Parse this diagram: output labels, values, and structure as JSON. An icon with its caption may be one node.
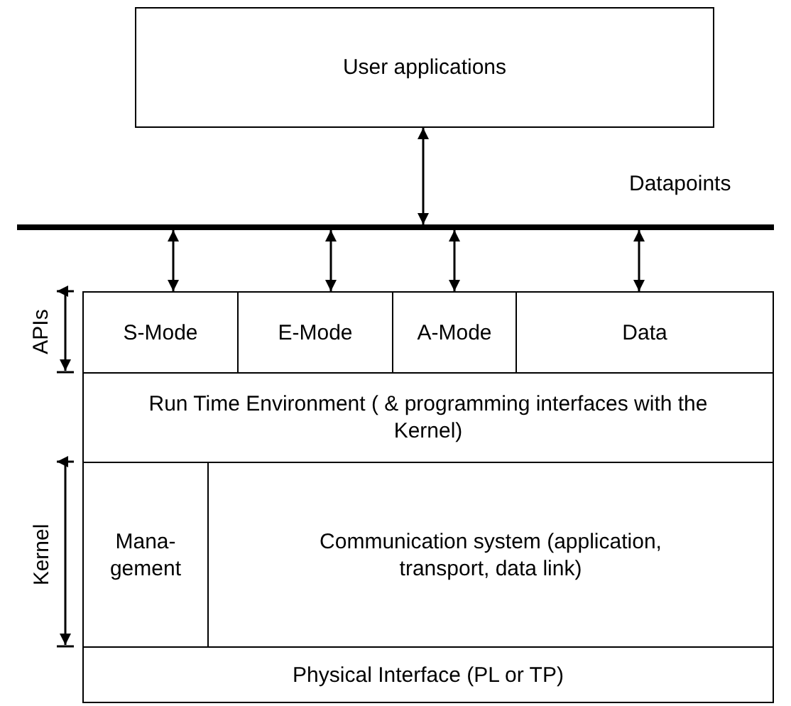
{
  "diagram": {
    "nodes": [
      {
        "text": [
          "User applications"
        ]
      },
      {
        "text": [],
        "shape": "bar",
        "beside": [
          "Datapoints"
        ]
      },
      {
        "text": [
          "S-Mode"
        ]
      },
      {
        "text": [
          "E-Mode"
        ]
      },
      {
        "text": [
          "A-Mode"
        ]
      },
      {
        "text": [
          "Data"
        ]
      },
      {
        "text": [
          "Run Time Environment ( & programming interfaces with the Kernel)"
        ]
      },
      {
        "text": [
          "Mana- gement"
        ]
      },
      {
        "text": [
          "Communication system (application, transport, data link)"
        ]
      },
      {
        "text": [
          "Physical Interface (PL or TP)"
        ]
      }
    ],
    "edges": [
      {
        "from": 0,
        "to": 1,
        "arrow": "both"
      },
      {
        "from": 1,
        "to": 2,
        "arrow": "both"
      },
      {
        "from": 1,
        "to": 3,
        "arrow": "both"
      },
      {
        "from": 1,
        "to": 4,
        "arrow": "both"
      },
      {
        "from": 1,
        "to": 5,
        "arrow": "both"
      }
    ],
    "labels": [
      "APIs",
      "Kernel"
    ]
  }
}
